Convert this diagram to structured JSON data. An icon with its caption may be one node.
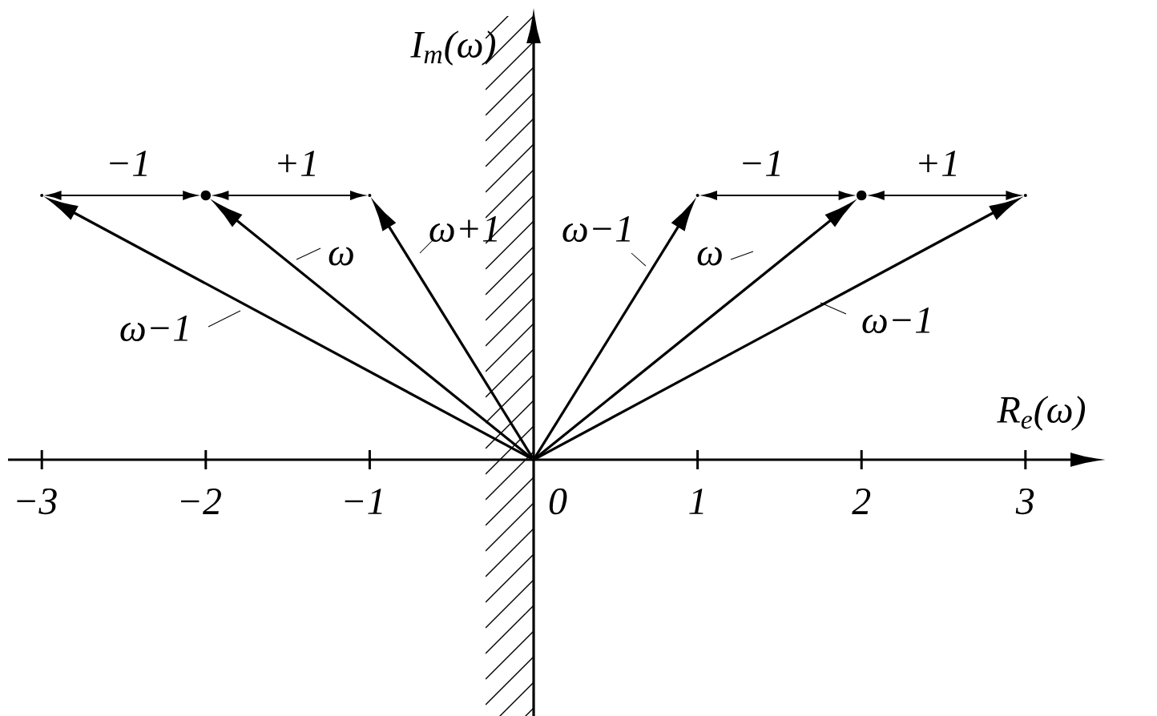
{
  "diagram": {
    "nodes": [
      {
        "text": [],
        "shape": "point"
      },
      {
        "text": [],
        "shape": "dot"
      },
      {
        "text": [],
        "shape": "point"
      },
      {
        "text": [],
        "shape": "point"
      },
      {
        "text": [],
        "shape": "point"
      },
      {
        "text": [],
        "shape": "dot"
      },
      {
        "text": [],
        "shape": "point"
      }
    ],
    "edges": [
      {
        "from": 3,
        "to": 0,
        "arrow": "to",
        "label": "ω−1"
      },
      {
        "from": 3,
        "to": 1,
        "arrow": "to",
        "label": "ω"
      },
      {
        "from": 3,
        "to": 2,
        "arrow": "to",
        "label": "ω+1"
      },
      {
        "from": 3,
        "to": 4,
        "arrow": "to",
        "label": "ω−1"
      },
      {
        "from": 3,
        "to": 5,
        "arrow": "to",
        "label": "ω"
      },
      {
        "from": 3,
        "to": 6,
        "arrow": "to",
        "label": "ω−1"
      },
      {
        "from": 1,
        "to": 0,
        "arrow": "both",
        "label": "−1"
      },
      {
        "from": 1,
        "to": 2,
        "arrow": "both",
        "label": "+1"
      },
      {
        "from": 4,
        "to": 5,
        "arrow": "both",
        "label": "−1"
      },
      {
        "from": 5,
        "to": 6,
        "arrow": "both",
        "label": "+1"
      }
    ],
    "labels": [
      "I$_{m}$(ω)",
      "R$_{e}$(ω)",
      "−3",
      "−2",
      "−1",
      "0",
      "1",
      "2",
      "3"
    ]
  }
}
